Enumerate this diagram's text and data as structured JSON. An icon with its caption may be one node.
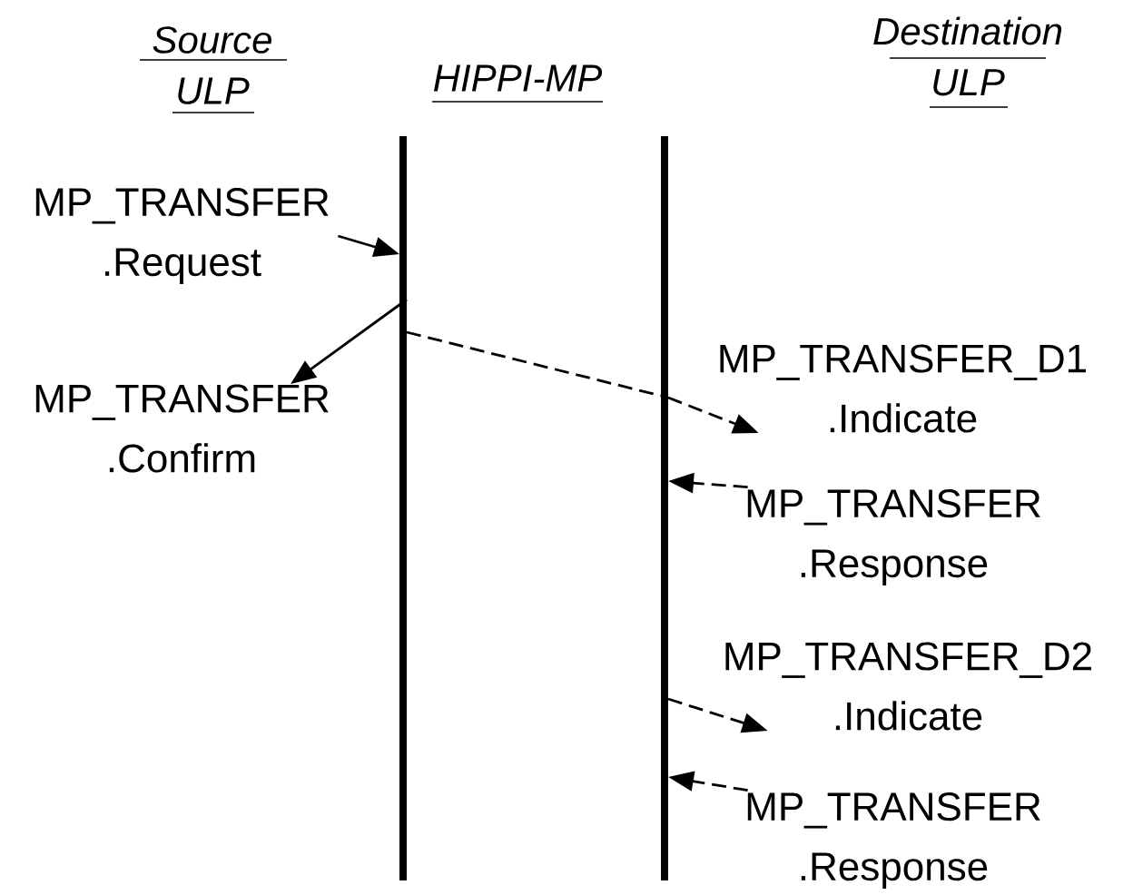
{
  "diagram": {
    "nodes": [
      {
        "text": [],
        "shape": "bar"
      },
      {
        "text": [],
        "shape": "bar"
      },
      {
        "text": [
          "MP_TRANSFER .Request"
        ]
      },
      {
        "text": [
          "MP_TRANSFER .Confirm"
        ]
      },
      {
        "text": [
          "MP_TRANSFER_D1 .Indicate"
        ]
      },
      {
        "text": [
          "MP_TRANSFER .Response"
        ]
      },
      {
        "text": [
          "MP_TRANSFER_D2 .Indicate"
        ]
      },
      {
        "text": [
          "MP_TRANSFER .Response"
        ]
      }
    ],
    "edges": [
      {
        "from": 2,
        "to": 0,
        "arrow": "to"
      },
      {
        "from": 0,
        "to": 3,
        "arrow": "to"
      },
      {
        "from": 0,
        "to": 1,
        "arrow": "none",
        "style": "dashed"
      },
      {
        "from": 1,
        "to": 4,
        "arrow": "to",
        "style": "dashed"
      },
      {
        "from": 5,
        "to": 1,
        "arrow": "to",
        "style": "dashed"
      },
      {
        "from": 1,
        "to": 6,
        "arrow": "to",
        "style": "dashed"
      },
      {
        "from": 7,
        "to": 1,
        "arrow": "to",
        "style": "dashed"
      }
    ],
    "labels": [
      "Source ULP",
      "HIPPI-MP",
      "Destination ULP"
    ]
  }
}
